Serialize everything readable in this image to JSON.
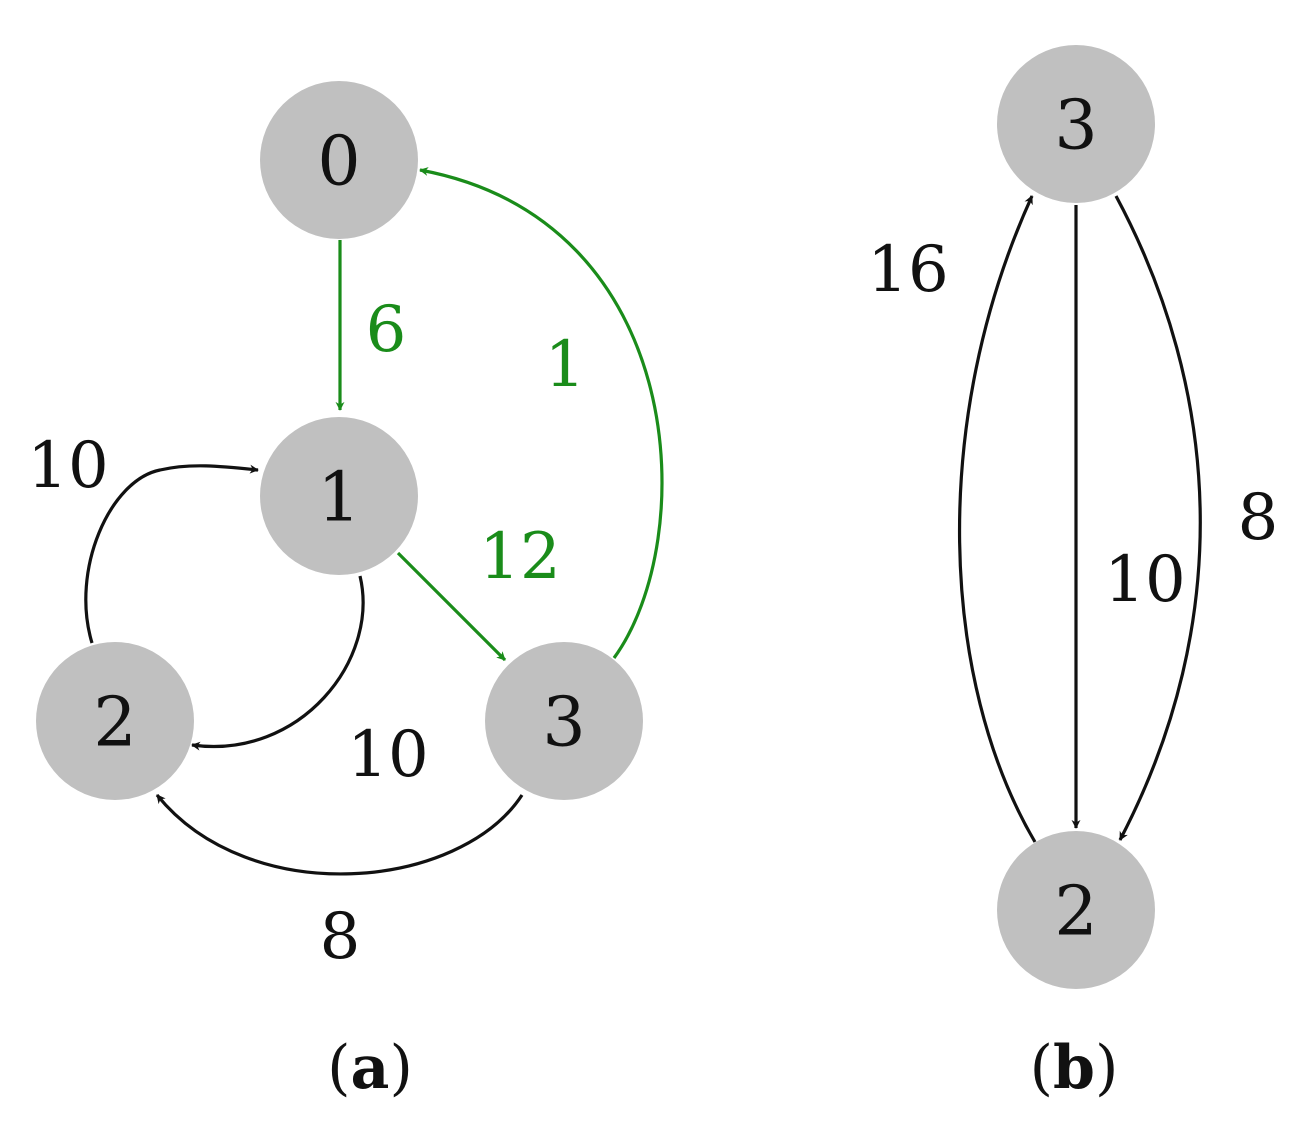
{
  "colors": {
    "node_fill": "#c0c0c0",
    "default_edge": "#111111",
    "highlight_edge": "#1a8c1a"
  },
  "panel_a": {
    "caption_letter": "a",
    "nodes": [
      {
        "id": "0",
        "label": "0"
      },
      {
        "id": "1",
        "label": "1"
      },
      {
        "id": "2",
        "label": "2"
      },
      {
        "id": "3",
        "label": "3"
      }
    ],
    "edges": [
      {
        "from": "0",
        "to": "1",
        "weight": "6",
        "highlighted": true
      },
      {
        "from": "1",
        "to": "3",
        "weight": "12",
        "highlighted": true
      },
      {
        "from": "3",
        "to": "0",
        "weight": "1",
        "highlighted": true
      },
      {
        "from": "2",
        "to": "1",
        "weight": "10",
        "highlighted": false
      },
      {
        "from": "1",
        "to": "2",
        "weight": "10",
        "highlighted": false
      },
      {
        "from": "3",
        "to": "2",
        "weight": "8",
        "highlighted": false
      }
    ]
  },
  "panel_b": {
    "caption_letter": "b",
    "nodes": [
      {
        "id": "3",
        "label": "3"
      },
      {
        "id": "2",
        "label": "2"
      }
    ],
    "edges": [
      {
        "from": "2",
        "to": "3",
        "weight": "16",
        "highlighted": false
      },
      {
        "from": "3",
        "to": "2",
        "weight": "10",
        "highlighted": false
      },
      {
        "from": "3",
        "to": "2",
        "weight": "8",
        "highlighted": false
      }
    ]
  }
}
